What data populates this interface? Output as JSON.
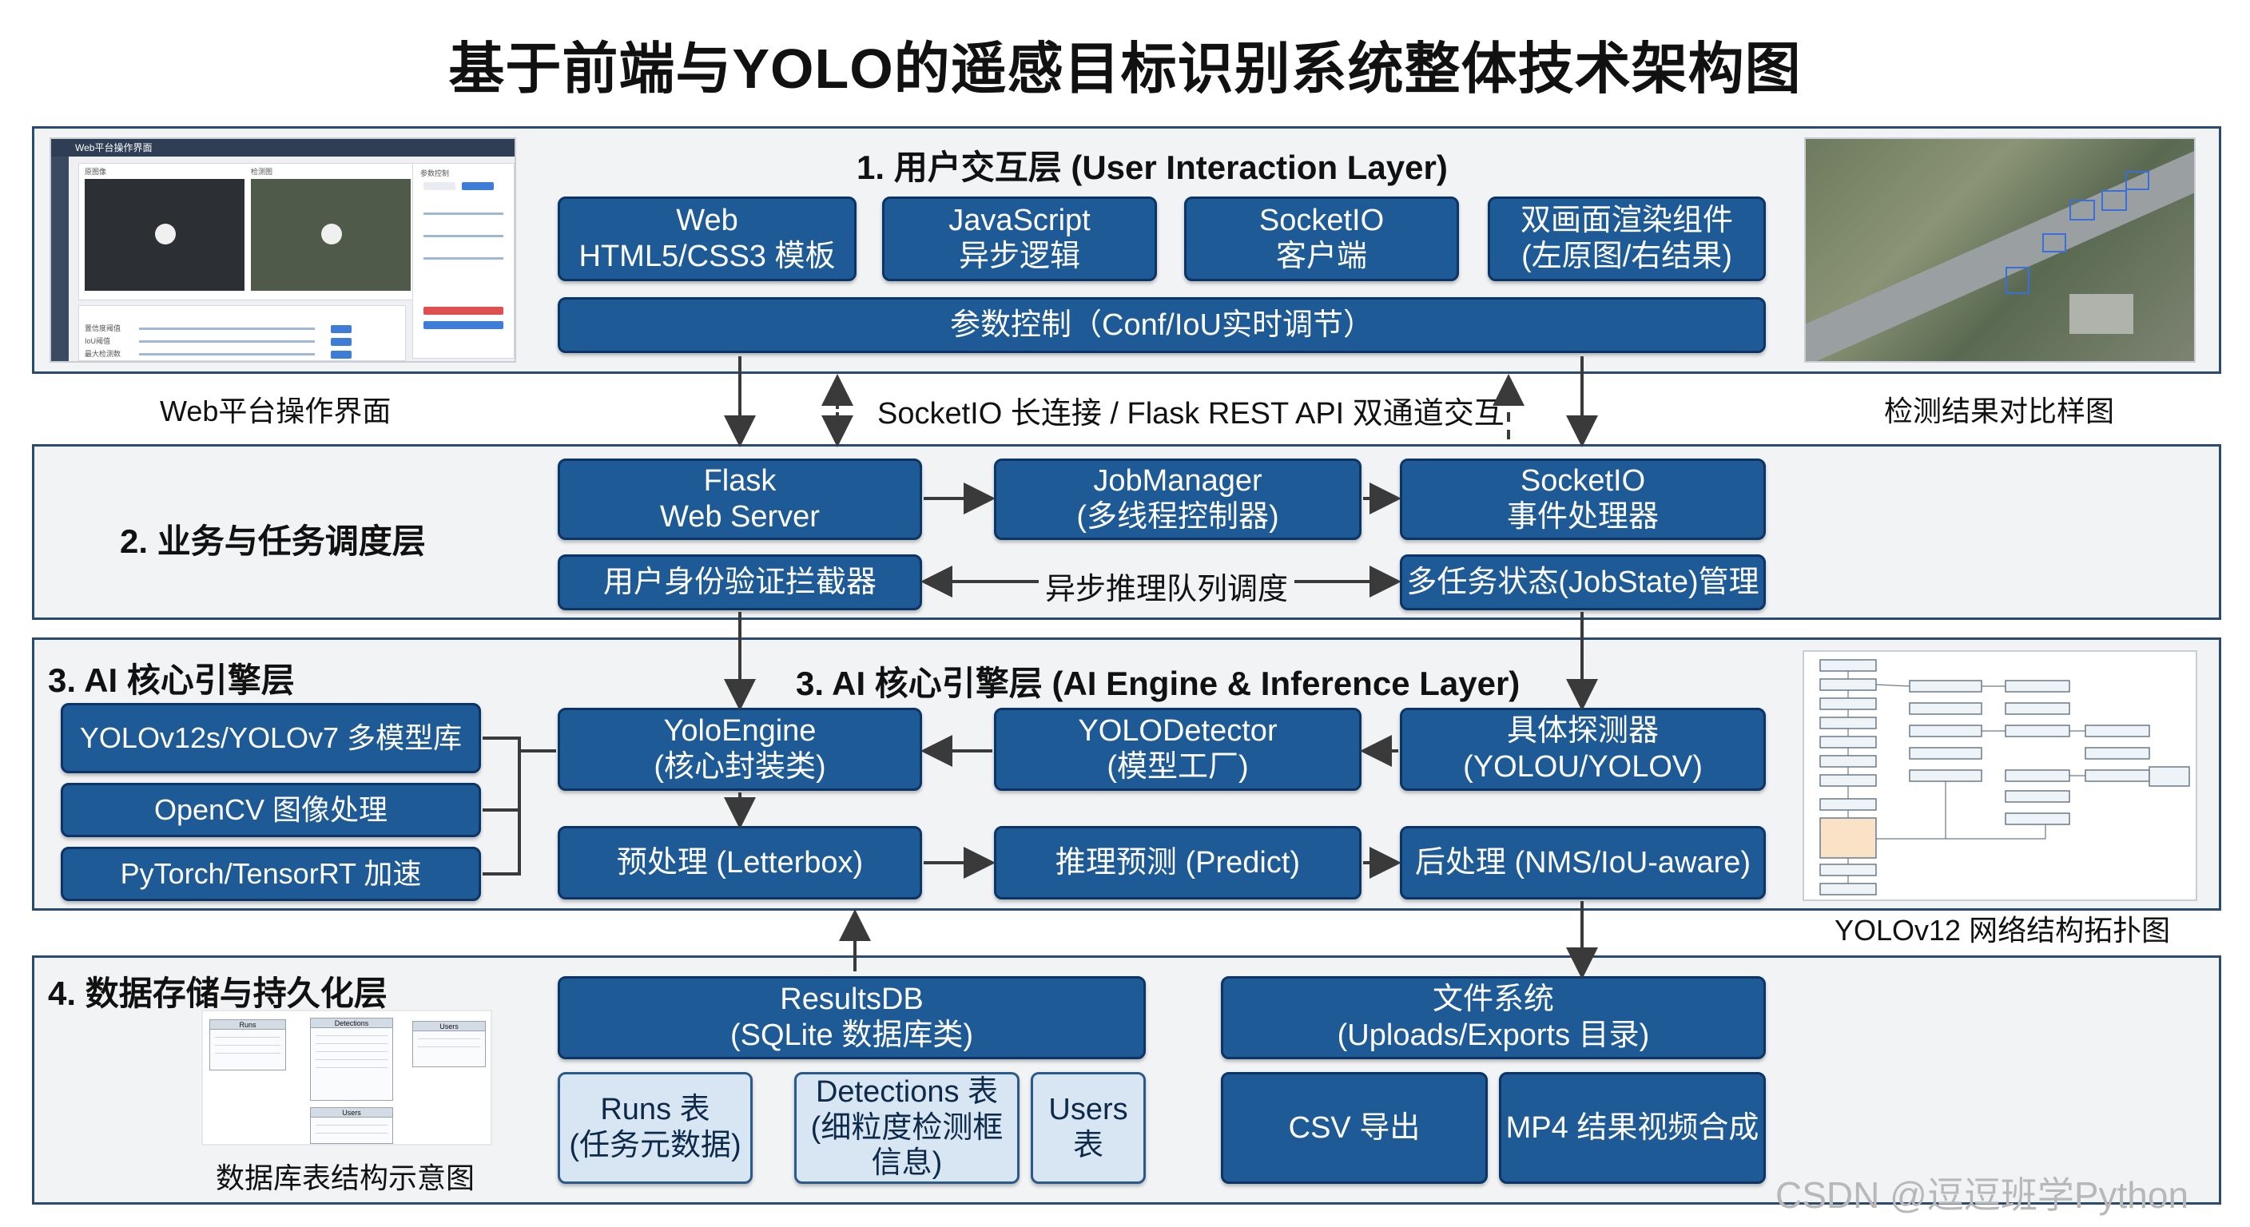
{
  "title": "基于前端与YOLO的遥感目标识别系统整体技术架构图",
  "layer1": {
    "title": "1. 用户交互层 (User Interaction Layer)",
    "boxes": [
      {
        "line1": "Web",
        "line2": "HTML5/CSS3 模板"
      },
      {
        "line1": "JavaScript",
        "line2": "异步逻辑"
      },
      {
        "line1": "SocketIO",
        "line2": "客户端"
      },
      {
        "line1": "双画面渲染组件",
        "line2": "(左原图/右结果)"
      }
    ],
    "param_box": "参数控制（Conf/IoU实时调节）",
    "left_caption": "Web平台操作界面",
    "right_caption": "检测结果对比样图"
  },
  "web_ui_mock": {
    "title": "Web平台操作界面",
    "video_left": "原图像",
    "video_right": "检测图",
    "panel_title": "参数控制",
    "slider_labels": [
      "置信度阈值",
      "IoU阈值",
      "最大检测数"
    ]
  },
  "channel_label": "SocketIO 长连接 / Flask REST API 双通道交互",
  "layer2": {
    "title": "2. 业务与任务调度层",
    "boxes": [
      {
        "line1": "Flask",
        "line2": "Web Server"
      },
      {
        "line1": "JobManager",
        "line2": "(多线程控制器)"
      },
      {
        "line1": "SocketIO",
        "line2": "事件处理器"
      }
    ],
    "auth_box": "用户身份验证拦截器",
    "queue_label": "异步推理队列调度",
    "state_box": "多任务状态(JobState)管理"
  },
  "layer3": {
    "title_left": "3. AI 核心引擎层",
    "title_main": "3. AI 核心引擎层 (AI Engine & Inference Layer)",
    "left_boxes": [
      "YOLOv12s/YOLOv7 多模型库",
      "OpenCV 图像处理",
      "PyTorch/TensorRT 加速"
    ],
    "boxes": [
      {
        "line1": "YoloEngine",
        "line2": "(核心封装类)"
      },
      {
        "line1": "YOLODetector",
        "line2": "(模型工厂)"
      },
      {
        "line1": "具体探测器",
        "line2": "(YOLOU/YOLOV)"
      }
    ],
    "pipeline": [
      "预处理 (Letterbox)",
      "推理预测 (Predict)",
      "后处理 (NMS/IoU-aware)"
    ],
    "right_caption": "YOLOv12 网络结构拓扑图"
  },
  "layer4": {
    "title": "4. 数据存储与持久化层",
    "results_db": {
      "line1": "ResultsDB",
      "line2": "(SQLite 数据库类)"
    },
    "file_system": {
      "line1": "文件系统",
      "line2": "(Uploads/Exports 目录)"
    },
    "tables": [
      {
        "line1": "Runs 表",
        "line2": "(任务元数据)"
      },
      {
        "line1": "Detections 表",
        "line2": "(细粒度检测框",
        "line3": "信息)"
      },
      {
        "line1": "Users",
        "line2": "表"
      }
    ],
    "outputs": [
      "CSV 导出",
      "MP4 结果视频合成"
    ],
    "db_caption": "数据库表结构示意图",
    "db_tables": [
      "Runs",
      "Detections",
      "Users",
      "Users"
    ]
  },
  "watermark": "CSDN @逗逗班学Python",
  "colors": {
    "box": "#1d5a96",
    "box_border": "#0c3566",
    "box_light": "#d8e6f3",
    "layer_bg": "#f2f3f5",
    "arrow": "#3a3a3a"
  }
}
